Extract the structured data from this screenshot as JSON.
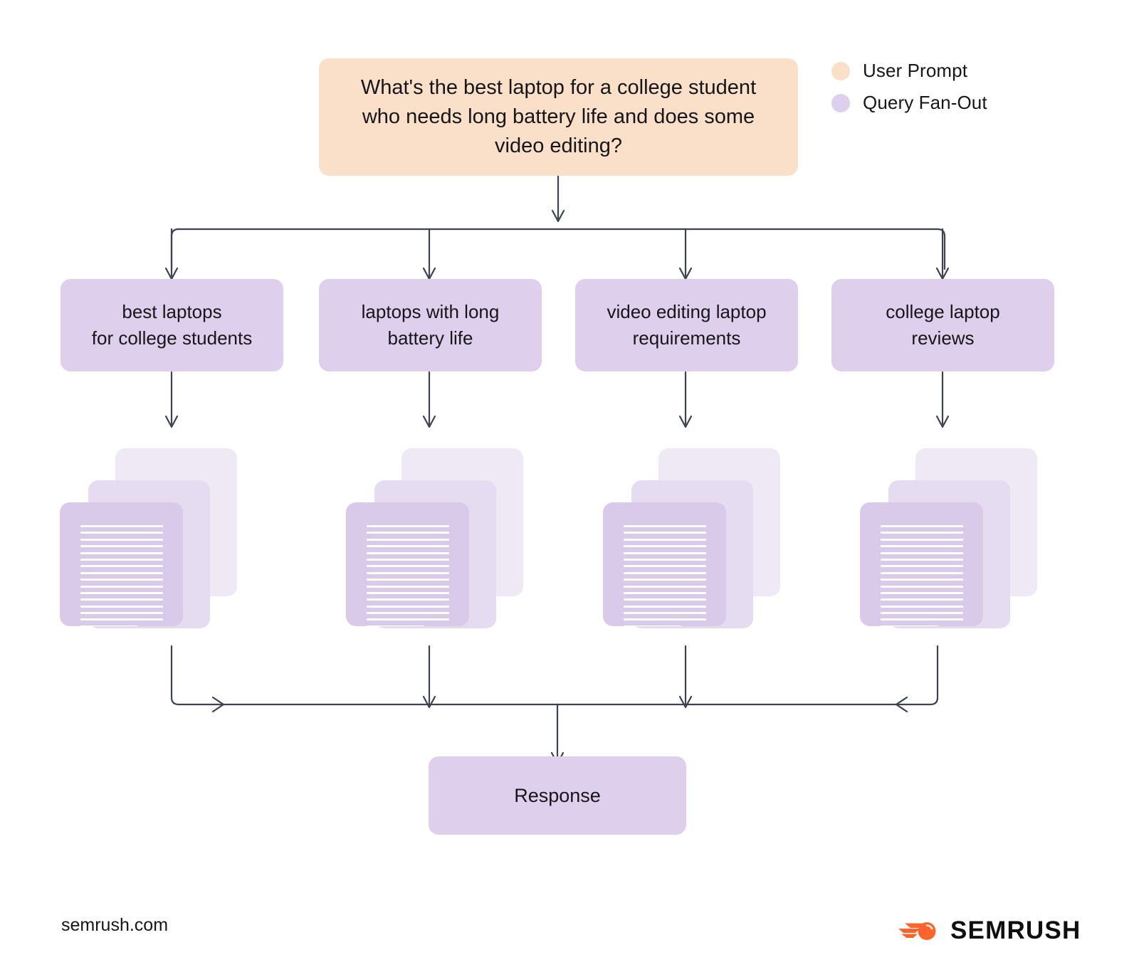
{
  "legend": {
    "items": [
      {
        "label": "User Prompt",
        "color": "#fae0c8",
        "icon": "legend-dot-icon"
      },
      {
        "label": "Query Fan-Out",
        "color": "#ded0ec",
        "icon": "legend-dot-icon"
      }
    ]
  },
  "prompt": {
    "text": "What's the best laptop for a college student who needs long battery life and does some video editing?",
    "color": "#fae0c8"
  },
  "queries": [
    {
      "text": "best laptops\nfor college students"
    },
    {
      "text": "laptops with long\nbattery life"
    },
    {
      "text": "video editing laptop\nrequirements"
    },
    {
      "text": "college laptop\nreviews"
    }
  ],
  "documents": {
    "stack_count": 4,
    "cards_per_stack": 3,
    "text_lines_per_card": 16,
    "colors": {
      "back": "#efe9f6",
      "middle": "#e5dcf1",
      "front": "#d9caea",
      "line": "#ffffff"
    }
  },
  "response": {
    "text": "Response",
    "color": "#ded0ec"
  },
  "connectors": {
    "color": "#3d4250"
  },
  "footer": {
    "url": "semrush.com",
    "brand": "SEMRUSH",
    "brand_mark_color": "#ff642d"
  }
}
